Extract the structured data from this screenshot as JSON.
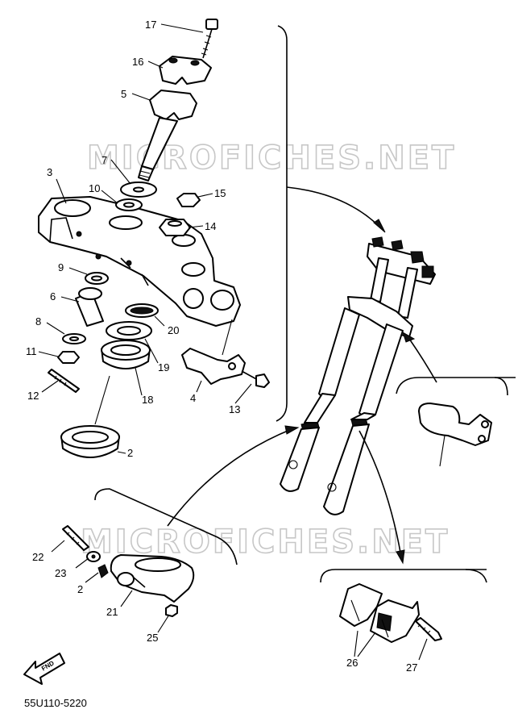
{
  "watermark_top": "MICROFICHES.NET",
  "watermark_bottom": "MICROFICHES.NET",
  "part_code": "55U110-5220",
  "find_label": "FND",
  "labels": {
    "p17": "17",
    "p16": "16",
    "p5": "5",
    "p7": "7",
    "p3": "3",
    "p10": "10",
    "p15": "15",
    "p14": "14",
    "p9": "9",
    "p6": "6",
    "p8": "8",
    "p11": "11",
    "p12": "12",
    "p20": "20",
    "p19": "19",
    "p18": "18",
    "p4": "4",
    "p13": "13",
    "p2": "2",
    "p22": "22",
    "p23": "23",
    "p2b": "2",
    "p21": "21",
    "p25": "25",
    "p26": "26",
    "p27": "27"
  }
}
